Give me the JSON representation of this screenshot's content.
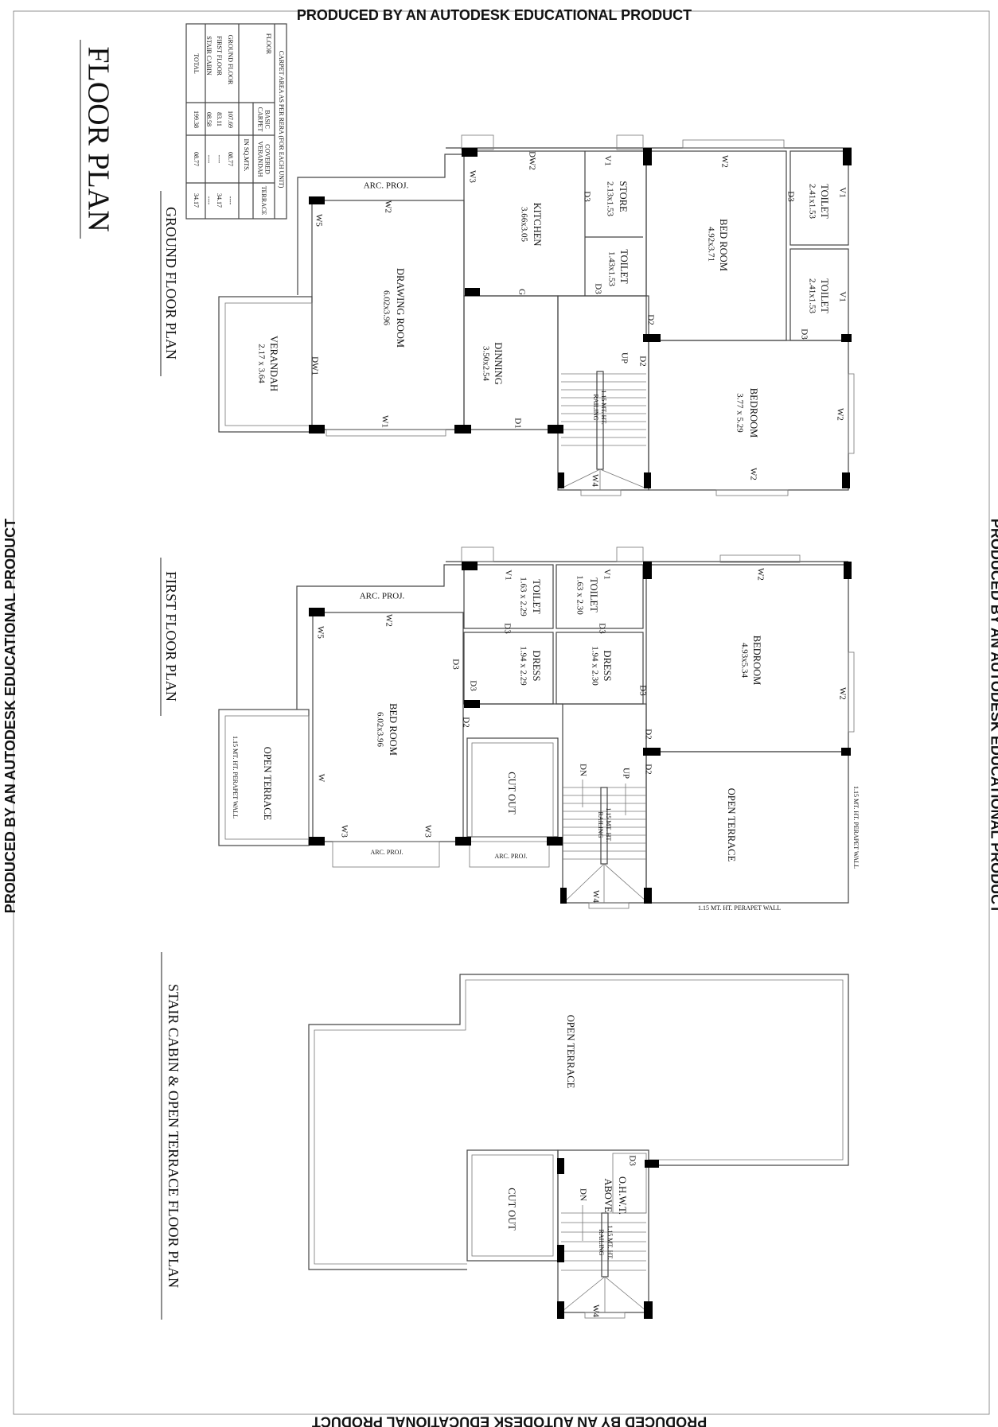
{
  "watermark": "PRODUCED BY AN AUTODESK EDUCATIONAL PRODUCT",
  "title": "FLOOR PLAN",
  "table": {
    "heading": "CARPET AREA AS PER RERA   (FOR EACH UNIT)",
    "columns": [
      "FLOOR",
      "BASIC CARPET",
      "COVERED VERANDAH",
      "TERRACE"
    ],
    "unit": "IN SQ.MTS.",
    "rows": [
      {
        "floor": "GROUND FLOOR",
        "basic": "107.69",
        "covered": "08.77",
        "terrace": "----"
      },
      {
        "floor": "FIRST FLOOR",
        "basic": "83.11",
        "covered": "----",
        "terrace": "34.17"
      },
      {
        "floor": "STAIR CABIN",
        "basic": "08.58",
        "covered": "----",
        "terrace": "----"
      },
      {
        "floor": "TOTAL",
        "basic": "199.38",
        "covered": "08.77",
        "terrace": "34.17"
      }
    ]
  },
  "ground": {
    "title": "GROUND FLOOR PLAN",
    "arc_proj": "ARC. PROJ.",
    "railing": [
      "1.15 MT. HT.",
      "RAILING"
    ],
    "l": [
      "DW2",
      "W3",
      "KITCHEN",
      "3.66x3.05",
      "G",
      "V1",
      "D3",
      "STORE",
      "2.13x1.53",
      "TOILET",
      "1.43x1.53",
      "D3",
      "W2",
      "BED ROOM",
      "4.92x3.71",
      "D3",
      "TOILET",
      "2.41x1.53",
      "V1",
      "TOILET",
      "2.41x1.53",
      "V1",
      "D3",
      "D2",
      "D2",
      "UP",
      "W2",
      "W5",
      "DRAWING ROOM",
      "6.02x3.96",
      "VERANDAH",
      "2.17 x 3.64",
      "DW1",
      "DINNING",
      "3.50x2.54",
      "W1",
      "D1",
      "BEDROOM",
      "3.77 x 5.29",
      "W2",
      "W2",
      "W4"
    ]
  },
  "first": {
    "title": "FIRST FLOOR PLAN",
    "arc_proj": "ARC. PROJ.",
    "parapet": "1.15 MT. HT. PERAPET WALL",
    "parapet_left": "1.15 MT. HT. PERAPET WALL",
    "parapet_right": "1.15 MT. HT. PERAPET WALL",
    "railing": [
      "1.15 MT. HT.",
      "RAILING"
    ],
    "l": [
      "V1",
      "TOILET",
      "1.63 x 2.29",
      "D3",
      "DRESS",
      "1.94 x 2.29",
      "V1",
      "TOILET",
      "1.63 x 2.30",
      "D3",
      "DRESS",
      "1.94 x 2.30",
      "D3",
      "D3",
      "D2",
      "D2",
      "W2",
      "BEDROOM",
      "4.93x5.34",
      "W2",
      "D2",
      "DN",
      "UP",
      "CUT OUT",
      "OPEN TERRACE",
      "W4",
      "W2",
      "W5",
      "BED ROOM",
      "6.02x3.96",
      "W",
      "OPEN TERRACE",
      "W3",
      "W3",
      "D3"
    ]
  },
  "stair": {
    "title": "STAIR CABIN & OPEN TERRACE FLOOR PLAN",
    "railing": [
      "1.15 MT. HT.",
      "RAILING"
    ],
    "l": [
      "OPEN TERRACE",
      "CUT OUT",
      "D3",
      "O.H.W.T.",
      "ABOVE",
      "DN",
      "W4"
    ]
  }
}
